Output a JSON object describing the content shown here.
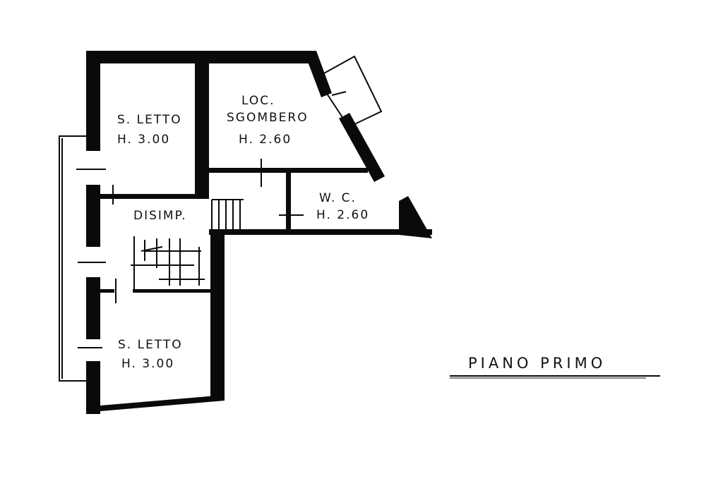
{
  "drawing": {
    "title": "PIANO PRIMO",
    "colors": {
      "wall": "#0a0a0a",
      "background": "#ffffff"
    }
  },
  "rooms": [
    {
      "id": "bedroom-1",
      "name": "S. LETTO",
      "height": "H. 3.00"
    },
    {
      "id": "storage",
      "name_line1": "LOC.",
      "name_line2": "SGOMBERO",
      "height": "H. 2.60"
    },
    {
      "id": "wc",
      "name": "W. C.",
      "height": "H. 2.60"
    },
    {
      "id": "hallway",
      "name": "DISIMP."
    },
    {
      "id": "bedroom-2",
      "name": "S. LETTO",
      "height": "H. 3.00"
    }
  ]
}
